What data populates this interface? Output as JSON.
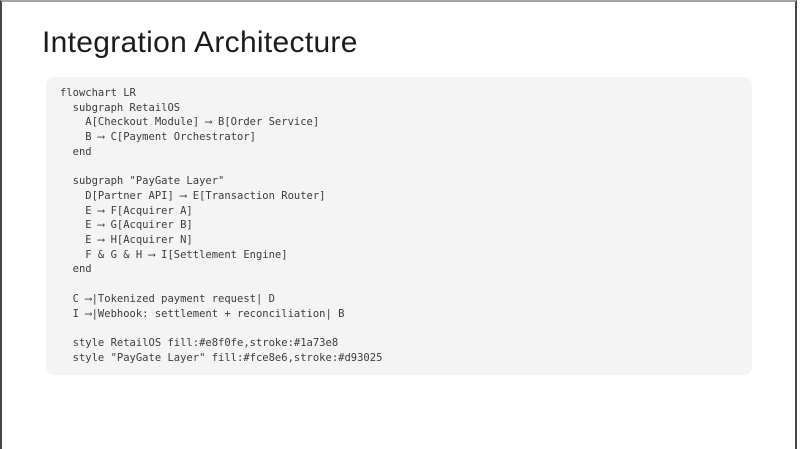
{
  "slide": {
    "title": "Integration Architecture"
  },
  "code_block": {
    "lines": [
      "flowchart LR",
      "  subgraph RetailOS",
      "    A[Checkout Module] ⟶ B[Order Service]",
      "    B ⟶ C[Payment Orchestrator]",
      "  end",
      "",
      "  subgraph \"PayGate Layer\"",
      "    D[Partner API] ⟶ E[Transaction Router]",
      "    E ⟶ F[Acquirer A]",
      "    E ⟶ G[Acquirer B]",
      "    E ⟶ H[Acquirer N]",
      "    F & G & H ⟶ I[Settlement Engine]",
      "  end",
      "",
      "  C ⟶|Tokenized payment request| D",
      "  I ⟶|Webhook: settlement + reconciliation| B",
      "",
      "  style RetailOS fill:#e8f0fe,stroke:#1a73e8",
      "  style \"PayGate Layer\" fill:#fce8e6,stroke:#d93025"
    ]
  },
  "colors": {
    "code_background": "#f4f4f4",
    "code_text": "#3c3c3c",
    "title_text": "#1c1c1c",
    "slide_border_sides": "#474747",
    "slide_border_top": "#a3a3a3",
    "retailos_fill": "#e8f0fe",
    "retailos_stroke": "#1a73e8",
    "paygate_fill": "#fce8e6",
    "paygate_stroke": "#d93025"
  }
}
